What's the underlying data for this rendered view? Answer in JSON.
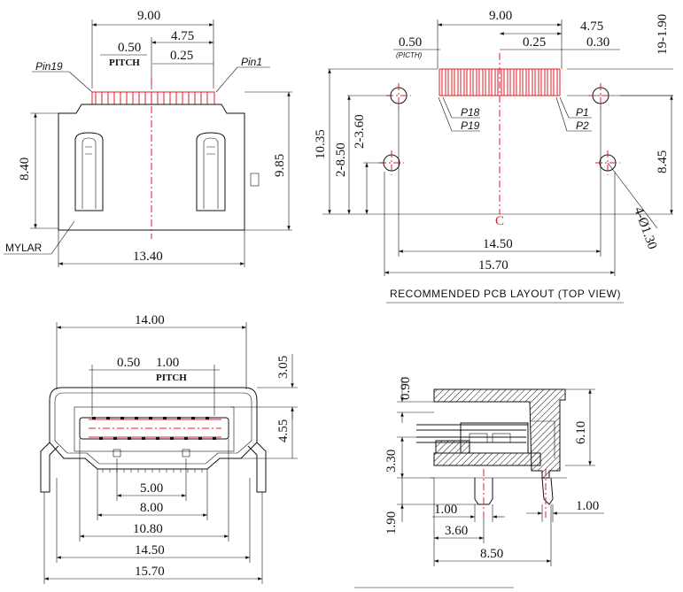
{
  "top_view": {
    "dim_width": "9.00",
    "dim_half": "4.75",
    "dim_pitch": "0.50",
    "pitch_label": "PITCH",
    "dim_pin": "0.25",
    "pin19": "Pin19",
    "pin1": "Pin1",
    "dim_height": "8.40",
    "dim_depth": "9.85",
    "dim_body": "13.40",
    "mylar": "MYLAR"
  },
  "pcb_layout": {
    "dim_width": "9.00",
    "dim_half": "4.75",
    "dim_pitch": "0.50",
    "pitch_sub": "(PICTH)",
    "dim_pad": "0.25",
    "dim_gap": "0.30",
    "dim_right_top": "19-1.90",
    "dim_total_h": "10.35",
    "dim_holes_850": "2-8.50",
    "dim_holes_360": "2-3.60",
    "dim_right_h": "8.45",
    "p18": "P18",
    "p19": "P19",
    "p1": "P1",
    "p2": "P2",
    "center": "C",
    "dim_holes_w": "14.50",
    "dim_total_w": "15.70",
    "dim_hole_dia": "4-Ø1.30",
    "caption": "RECOMMENDED PCB LAYOUT (TOP VIEW)"
  },
  "front_view": {
    "dim_total": "14.00",
    "dim_pitch": "0.50",
    "dim_pitch2": "1.00",
    "pitch_label": "PITCH",
    "dim_top": "3.05",
    "dim_opening": "4.55",
    "dim_500": "5.00",
    "dim_800": "8.00",
    "dim_1080": "10.80",
    "dim_1450": "14.50",
    "dim_1570": "15.70"
  },
  "side_view": {
    "dim_090": "0.90",
    "dim_330": "3.30",
    "dim_190": "1.90",
    "dim_610": "6.10",
    "dim_100_left": "1.00",
    "dim_100_right": "1.00",
    "dim_360": "3.60",
    "dim_850": "8.50"
  }
}
